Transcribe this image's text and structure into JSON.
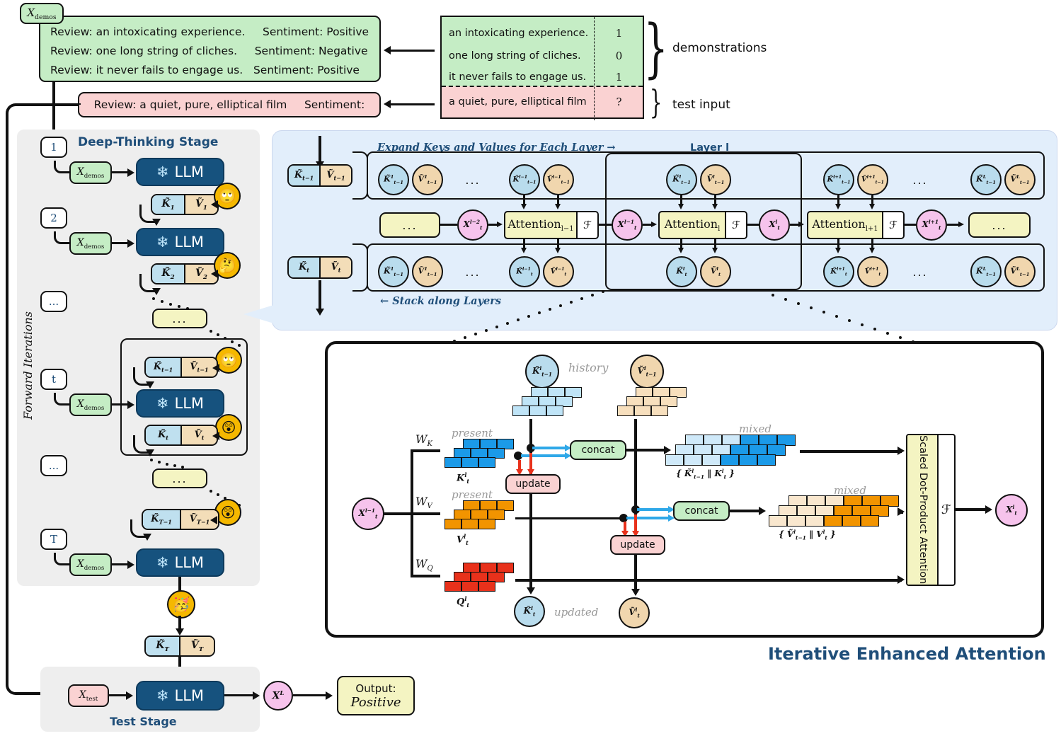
{
  "prompt": {
    "xdemos_tag": "X",
    "xdemos_sub": "demos",
    "demo_lines": [
      "Review: an intoxicating experience.     Sentiment: Positive",
      "Review: one long string of cliches.     Sentiment: Negative",
      "Review: it never fails to engage us.   Sentiment: Positive"
    ],
    "test_line": "Review: a quiet, pure, elliptical film     Sentiment:"
  },
  "table": {
    "rows": [
      {
        "text": "an intoxicating experience.",
        "label": "1"
      },
      {
        "text": "one long string of cliches.",
        "label": "0"
      },
      {
        "text": "it never fails to engage us.",
        "label": "1"
      }
    ],
    "test_row": {
      "text": "a quiet, pure, elliptical film",
      "label": "?"
    },
    "brace_demos_label": "demonstrations",
    "brace_test_label": "test input"
  },
  "deep_thinking": {
    "title": "Deep-Thinking Stage",
    "axis_label": "Forward Iterations",
    "iterations": [
      "1",
      "2",
      "...",
      "t",
      "...",
      "T"
    ],
    "xdemos_label": "Xdemos",
    "llm_label": "LLM",
    "snowflake_icon": "snowflake-icon",
    "ellipsis": "...",
    "kv_pairs": [
      {
        "k": "K₁",
        "v": "V₁"
      },
      {
        "k": "K₂",
        "v": "V₂"
      },
      {
        "k": "Kt−1",
        "v": "Vt−1"
      },
      {
        "k": "Kt",
        "v": "Vt"
      },
      {
        "k": "KT−1",
        "v": "VT−1"
      },
      {
        "k": "KT",
        "v": "VT"
      }
    ]
  },
  "test_stage": {
    "title": "Test Stage",
    "xtest_label": "Xtest",
    "llm_label": "LLM",
    "xl_label": "XL",
    "output_caption": "Output:",
    "output_value": "Positive"
  },
  "expand_panel": {
    "header_left": "Expand Keys and Values for Each Layer →",
    "header_layer": "Layer l",
    "footer": "← Stack along Layers",
    "in_kv": {
      "k": "K t−1",
      "v": "V t−1"
    },
    "out_kv": {
      "k": "K t",
      "v": "V t"
    },
    "ellipsis": "...",
    "top_row": [
      {
        "k": "K¹t−1",
        "v": "V¹t−1"
      },
      {
        "k": "Kl−1t−1",
        "v": "Vl−1t−1"
      },
      {
        "k": "Klt−1",
        "v": "Vlt−1"
      },
      {
        "k": "Kl+1t−1",
        "v": "Vl+1t−1"
      },
      {
        "k": "KLt−1",
        "v": "VLt−1"
      }
    ],
    "bottom_row": [
      {
        "k": "K¹t−1",
        "v": "V¹t−1"
      },
      {
        "k": "Kl−1t",
        "v": "Vl−1t"
      },
      {
        "k": "Klt",
        "v": "Vlt"
      },
      {
        "k": "Kl+1t",
        "v": "Vl+1t"
      },
      {
        "k": "KLt−1",
        "v": "VLt−1"
      }
    ],
    "attention_blocks": [
      "Attention l−1",
      "Attention l",
      "Attention l+1"
    ],
    "f_symbol": "ℱ",
    "x_nodes": [
      "Xl−2t",
      "Xl−1t",
      "Xlt",
      "Xl+1t"
    ]
  },
  "iea": {
    "title": "Iterative Enhanced Attention",
    "input_node": "Xl−1t",
    "output_node": "Xlt",
    "weights": [
      "WK",
      "WV",
      "WQ"
    ],
    "present_label": "present",
    "history_label": "history",
    "mixed_label": "mixed",
    "updated_label": "updated",
    "concat_label": "concat",
    "update_label": "update",
    "k_present": "Klt",
    "v_present": "Vlt",
    "q_present": "Qlt",
    "k_history": "K lt−1",
    "v_history": "V lt−1",
    "k_updated": "K lt",
    "v_updated": "V lt",
    "k_mixed": "{ K lt−1 ‖ Klt }",
    "v_mixed": "{ V lt−1 ‖ Vlt }",
    "sdpa_label": "Scaled Dot-Product Attention",
    "f_symbol": "ℱ"
  },
  "colors": {
    "navy": "#16527e",
    "green": "#c5edc5",
    "pink": "#fad2d2",
    "yellow": "#f4f4c2",
    "panel_blue": "#e2eefb",
    "key_blue": "#bfe0ef",
    "value_tan": "#f3ddb8",
    "accent_label": "#1f4e79",
    "k_strong": "#1b9ae8",
    "v_strong": "#f29400",
    "q_strong": "#e8311b",
    "blue_arrow": "#2fa8e8",
    "red_arrow": "#e8311b"
  }
}
